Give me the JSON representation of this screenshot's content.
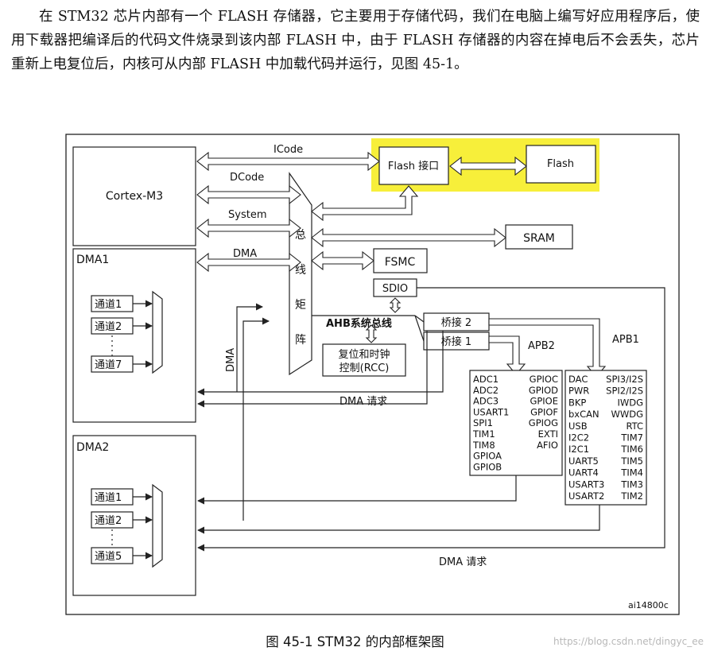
{
  "paragraph": "在 STM32 芯片内部有一个 FLASH 存储器，它主要用于存储代码，我们在电脑上编写好应用程序后，使用下载器把编译后的代码文件烧录到该内部 FLASH 中，由于 FLASH 存储器的内容在掉电后不会丢失，芯片重新上电复位后，内核可从内部 FLASH 中加载代码并运行，见图 45-1。",
  "caption": "图 45-1 STM32 的内部框架图",
  "watermark": "https://blog.csdn.net/dingyc_ee",
  "colors": {
    "highlight": "#f7ef3a"
  },
  "diagram": {
    "cortex": "Cortex-M3",
    "flash_interface": "Flash 接口",
    "flash": "Flash",
    "sram": "SRAM",
    "fsmc": "FSMC",
    "sdio": "SDIO",
    "icode": "ICode",
    "dcode": "DCode",
    "system": "System",
    "dma_bus": "DMA",
    "dma_vertical": "DMA",
    "bus_matrix": "总 线 矩 阵",
    "ahb": "AHB系统总线",
    "bridge2": "桥接 2",
    "bridge1": "桥接 1",
    "rcc_line1": "复位和时钟",
    "rcc_line2": "控制(RCC)",
    "apb2": "APB2",
    "apb1": "APB1",
    "dma1": "DMA1",
    "dma2": "DMA2",
    "dma1_channels": [
      "通道1",
      "通道2",
      "通道7"
    ],
    "dma2_channels": [
      "通道1",
      "通道2",
      "通道5"
    ],
    "dma_request_1": "DMA 请求",
    "dma_request_2": "DMA 请求",
    "apb2_left": [
      "ADC1",
      "ADC2",
      "ADC3",
      "USART1",
      "SPI1",
      "TIM1",
      "TIM8",
      "GPIOA",
      "GPIOB"
    ],
    "apb2_right": [
      "GPIOC",
      "GPIOD",
      "GPIOE",
      "GPIOF",
      "GPIOG",
      "EXTI",
      "AFIO"
    ],
    "apb1_left": [
      "DAC",
      "PWR",
      "BKP",
      "bxCAN",
      "USB",
      "I2C2",
      "I2C1",
      "UART5",
      "UART4",
      "USART3",
      "USART2"
    ],
    "apb1_right": [
      "SPI3/I2S",
      "SPI2/I2S",
      "IWDG",
      "WWDG",
      "RTC",
      "TIM7",
      "TIM6",
      "TIM5",
      "TIM4",
      "TIM3",
      "TIM2"
    ],
    "figure_id": "ai14800c"
  }
}
